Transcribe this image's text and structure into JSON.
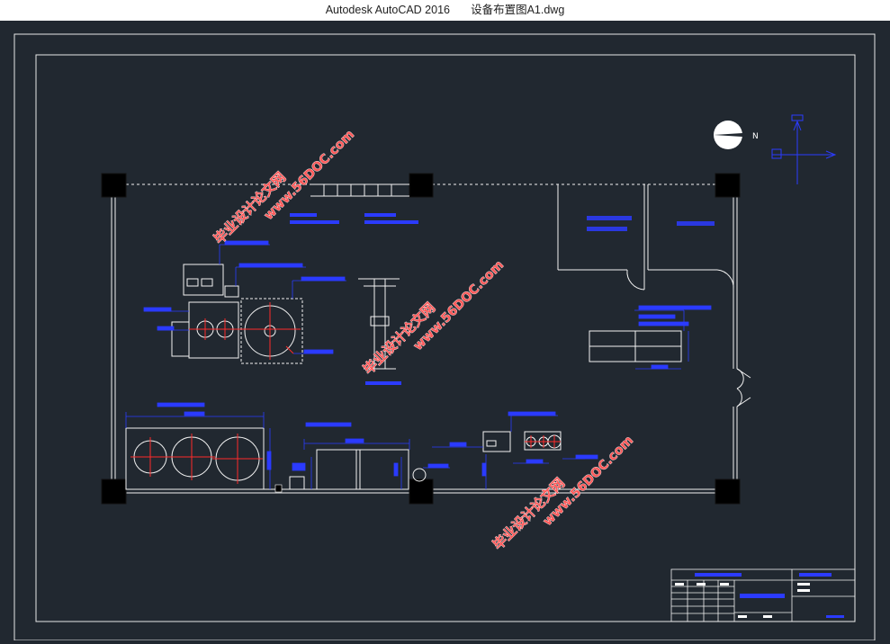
{
  "window": {
    "app_name": "Autodesk AutoCAD 2016",
    "file_name": "设备布置图A1.dwg"
  },
  "drawing": {
    "compass_label": "N",
    "watermarks": [
      {
        "cn": "毕业设计论文网",
        "url": "www.56DOC.com"
      },
      {
        "cn": "毕业设计论文网",
        "url": "www.56DOC.com"
      },
      {
        "cn": "毕业设计论文网",
        "url": "www.56DOC.com"
      }
    ]
  },
  "colors": {
    "background": "#212830",
    "linework": "#ffffff",
    "annotation": "#2b3bff",
    "centerline": "#ff2a2a",
    "watermark": "#ff5a5a"
  }
}
